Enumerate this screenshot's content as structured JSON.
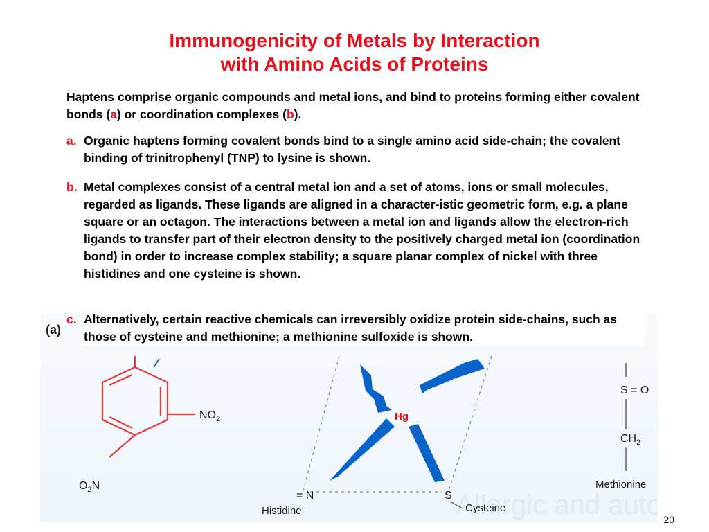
{
  "slide": {
    "title_line1": "Immunogenicity of Metals by Interaction",
    "title_line2": "with Amino Acids of Proteins",
    "intro_part1": "Haptens comprise organic compounds and metal ions, and bind to proteins forming either covalent bonds (",
    "intro_ref_a": "a",
    "intro_part2": ") or coordination complexes (",
    "intro_ref_b": "b",
    "intro_part3": ").",
    "items": [
      {
        "letter": "a.",
        "text": "Organic haptens forming covalent bonds bind to a single amino acid side-chain; the covalent binding of trinitrophenyl (TNP) to lysine is shown."
      },
      {
        "letter": "b.",
        "text": "Metal complexes consist of a central metal ion and a set of atoms, ions or small molecules, regarded as ligands. These ligands are aligned in a character-istic geometric form, e.g. a plane square or an octagon. The interactions between a metal ion and ligands allow the electron-rich ligands to transfer part of their electron density to the positively charged metal ion (coordination bond) in order to increase complex stability; a square planar complex of nickel with three histidines and one cysteine is shown."
      },
      {
        "letter": "c.",
        "text": "Alternatively, certain reactive chemicals can irreversibly oxidize protein side-chains, such as those of cysteine and methionine; a methionine sulfoxide is shown."
      }
    ],
    "page_number": "20"
  },
  "figure": {
    "panel_label": "(a)",
    "no2_label": "NO",
    "no2_sub": "2",
    "o2n_prefix": "O",
    "o2n_sub": "2",
    "o2n_suffix": "N",
    "metal_label": "Hg",
    "histidine_n": "= N",
    "histidine_label": "Histidine",
    "cysteine_s": "S",
    "cysteine_label": "Cysteine",
    "sulfoxide_label": "S = O",
    "ch2_label": "CH",
    "ch2_sub": "2",
    "methionine_label": "Methionine",
    "watermark": "Allergic and autoimmune reactions to"
  },
  "colors": {
    "accent_red": "#e8101a",
    "wedge_blue": "#0a63c8",
    "ring_red": "#e53a3a"
  }
}
